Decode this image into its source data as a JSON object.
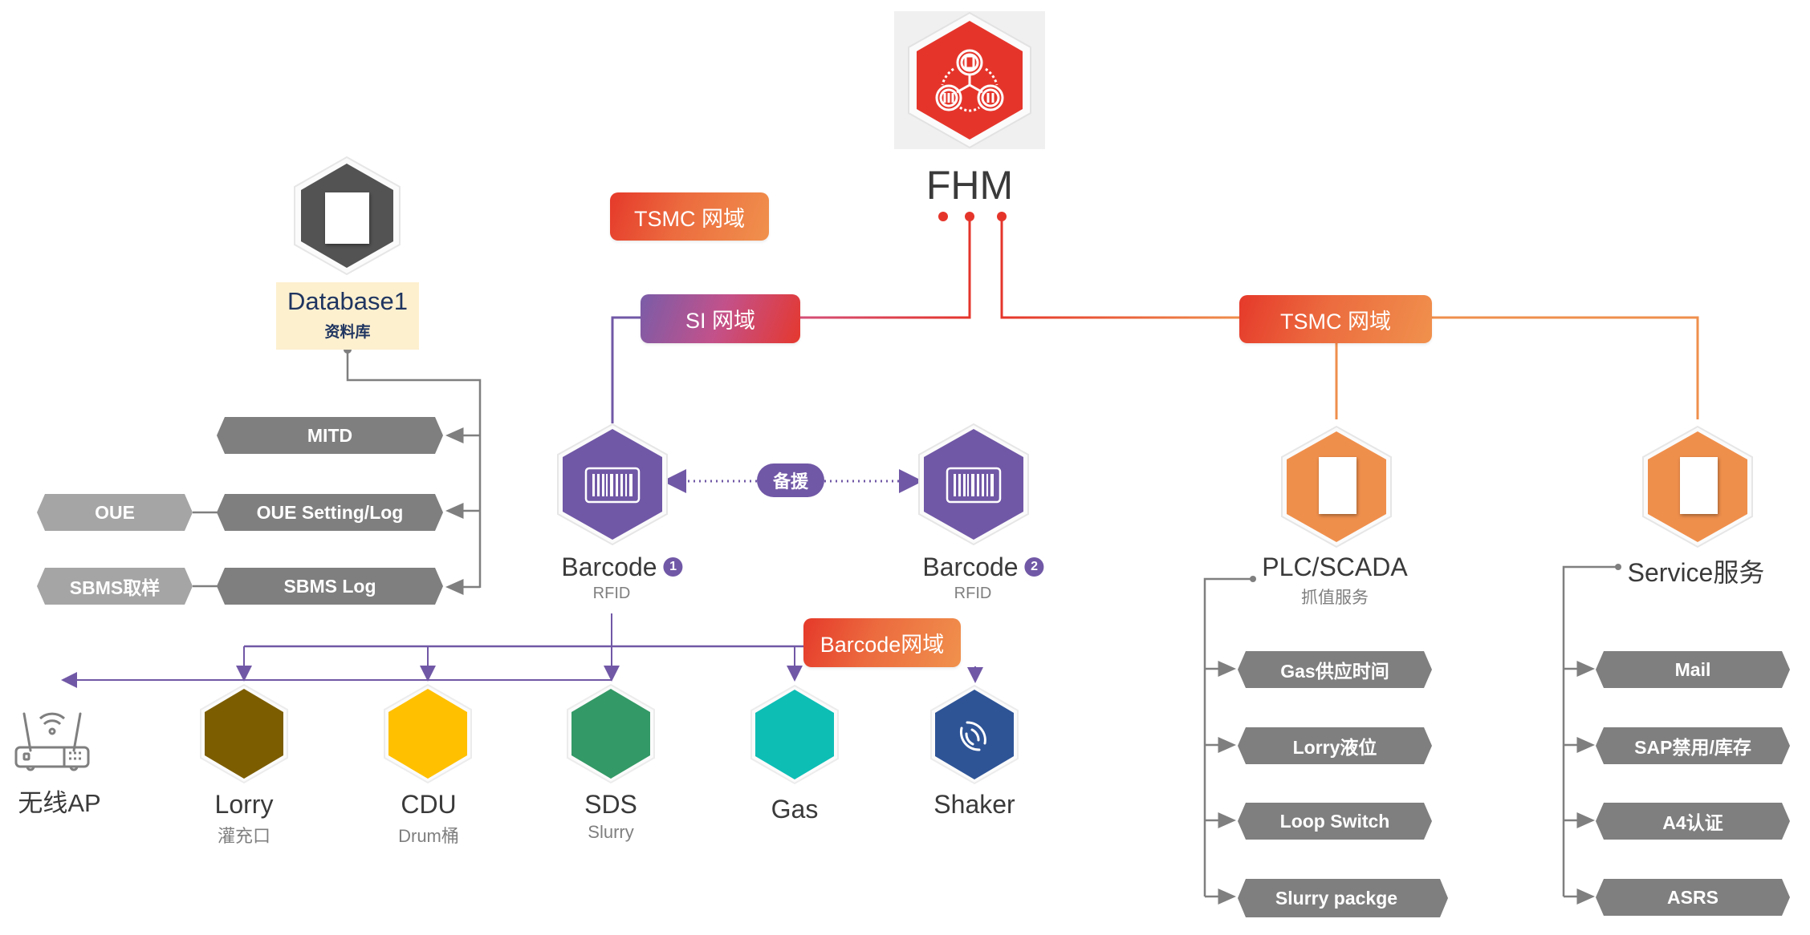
{
  "colors": {
    "fhm_red": "#e5352b",
    "database_gray": "#535353",
    "barcode_purple": "#7158a6",
    "service_orange": "#ef8f4c",
    "lorry_brown": "#7c5d00",
    "cdu_yellow": "#ffc000",
    "sds_green": "#339966",
    "gas_teal": "#0dbeb5",
    "shaker_blue": "#2e5496",
    "tag_dark": "#7f7f7f",
    "tag_light": "#a5a5a5",
    "wire_purple": "#7158a6",
    "wire_gray": "#7f7f7f",
    "wire_red": "#e5352b",
    "wire_orange": "#ef8f4c"
  },
  "center": {
    "title": "FHM",
    "icon": "network-nodes-icon"
  },
  "domains": {
    "tsmc_left": "TSMC 网域",
    "si": "SI 网域",
    "tsmc_right": "TSMC 网域",
    "barcode": "Barcode网域"
  },
  "database": {
    "title": "Database1",
    "subtitle": "资料库",
    "icon": "database-icon",
    "outputs": [
      {
        "label": "MITD",
        "source": null
      },
      {
        "label": "OUE Setting/Log",
        "source": "OUE"
      },
      {
        "label": "SBMS Log",
        "source": "SBMS取样"
      }
    ]
  },
  "barcodes": {
    "backup_label": "备援",
    "items": [
      {
        "title": "Barcode",
        "badge": "1",
        "subtitle": "RFID",
        "icon": "barcode-icon"
      },
      {
        "title": "Barcode",
        "badge": "2",
        "subtitle": "RFID",
        "icon": "barcode-icon"
      }
    ]
  },
  "devices": [
    {
      "title": "无线AP",
      "subtitle": "",
      "icon": "wifi-router-icon"
    },
    {
      "title": "Lorry",
      "subtitle": "灌充口",
      "color": "#7c5d00"
    },
    {
      "title": "CDU",
      "subtitle": "Drum桶",
      "color": "#ffc000"
    },
    {
      "title": "SDS",
      "subtitle": "Slurry",
      "color": "#339966"
    },
    {
      "title": "Gas",
      "subtitle": "",
      "color": "#0dbeb5"
    },
    {
      "title": "Shaker",
      "subtitle": "",
      "color": "#2e5496",
      "icon": "vibration-icon"
    }
  ],
  "plc": {
    "title": "PLC/SCADA",
    "subtitle": "抓值服务",
    "items": [
      "Gas供应时间",
      "Lorry液位",
      "Loop Switch",
      "Slurry packge"
    ]
  },
  "service": {
    "title": "Service服务",
    "items": [
      "Mail",
      "SAP禁用/库存",
      "A4认证",
      "ASRS"
    ]
  }
}
